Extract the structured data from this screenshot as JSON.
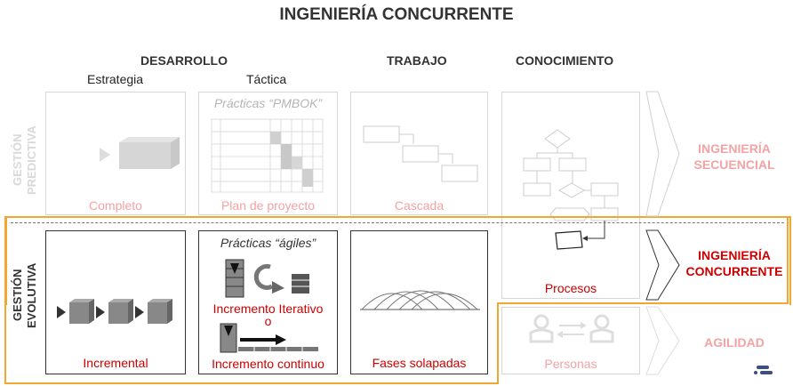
{
  "title": "INGENIERÍA CONCURRENTE",
  "columns": {
    "desarrollo": "DESARROLLO",
    "estrategia": "Estrategia",
    "tactica": "Táctica",
    "trabajo": "TRABAJO",
    "conocimiento": "CONOCIMIENTO"
  },
  "rows": {
    "predictiva": [
      "GESTIÓN",
      "PREDICTIVA"
    ],
    "evolutiva": [
      "GESTIÓN",
      "EVOLUTIVA"
    ]
  },
  "cells": {
    "completo": "Completo",
    "pmbok_title": "Prácticas “PMBOK”",
    "plan": "Plan de proyecto",
    "cascada": "Cascada",
    "incremental": "Incremental",
    "agiles_title": "Prácticas “ágiles”",
    "iterativo": "Incremento Iterativo",
    "o": "o",
    "continuo": "Incremento continuo",
    "fases": "Fases solapadas",
    "procesos": "Procesos",
    "personas": "Personas"
  },
  "results": {
    "secuencial": [
      "INGENIERÍA",
      "SECUENCIAL"
    ],
    "concurrente": [
      "INGENIERÍA",
      "CONCURRENTE"
    ],
    "agilidad": "AGILIDAD"
  },
  "colors": {
    "accent_orange": "#f0a830",
    "red": "#cc0000",
    "pink": "#f2a3a3",
    "grey_box": "#d6d6d6"
  }
}
